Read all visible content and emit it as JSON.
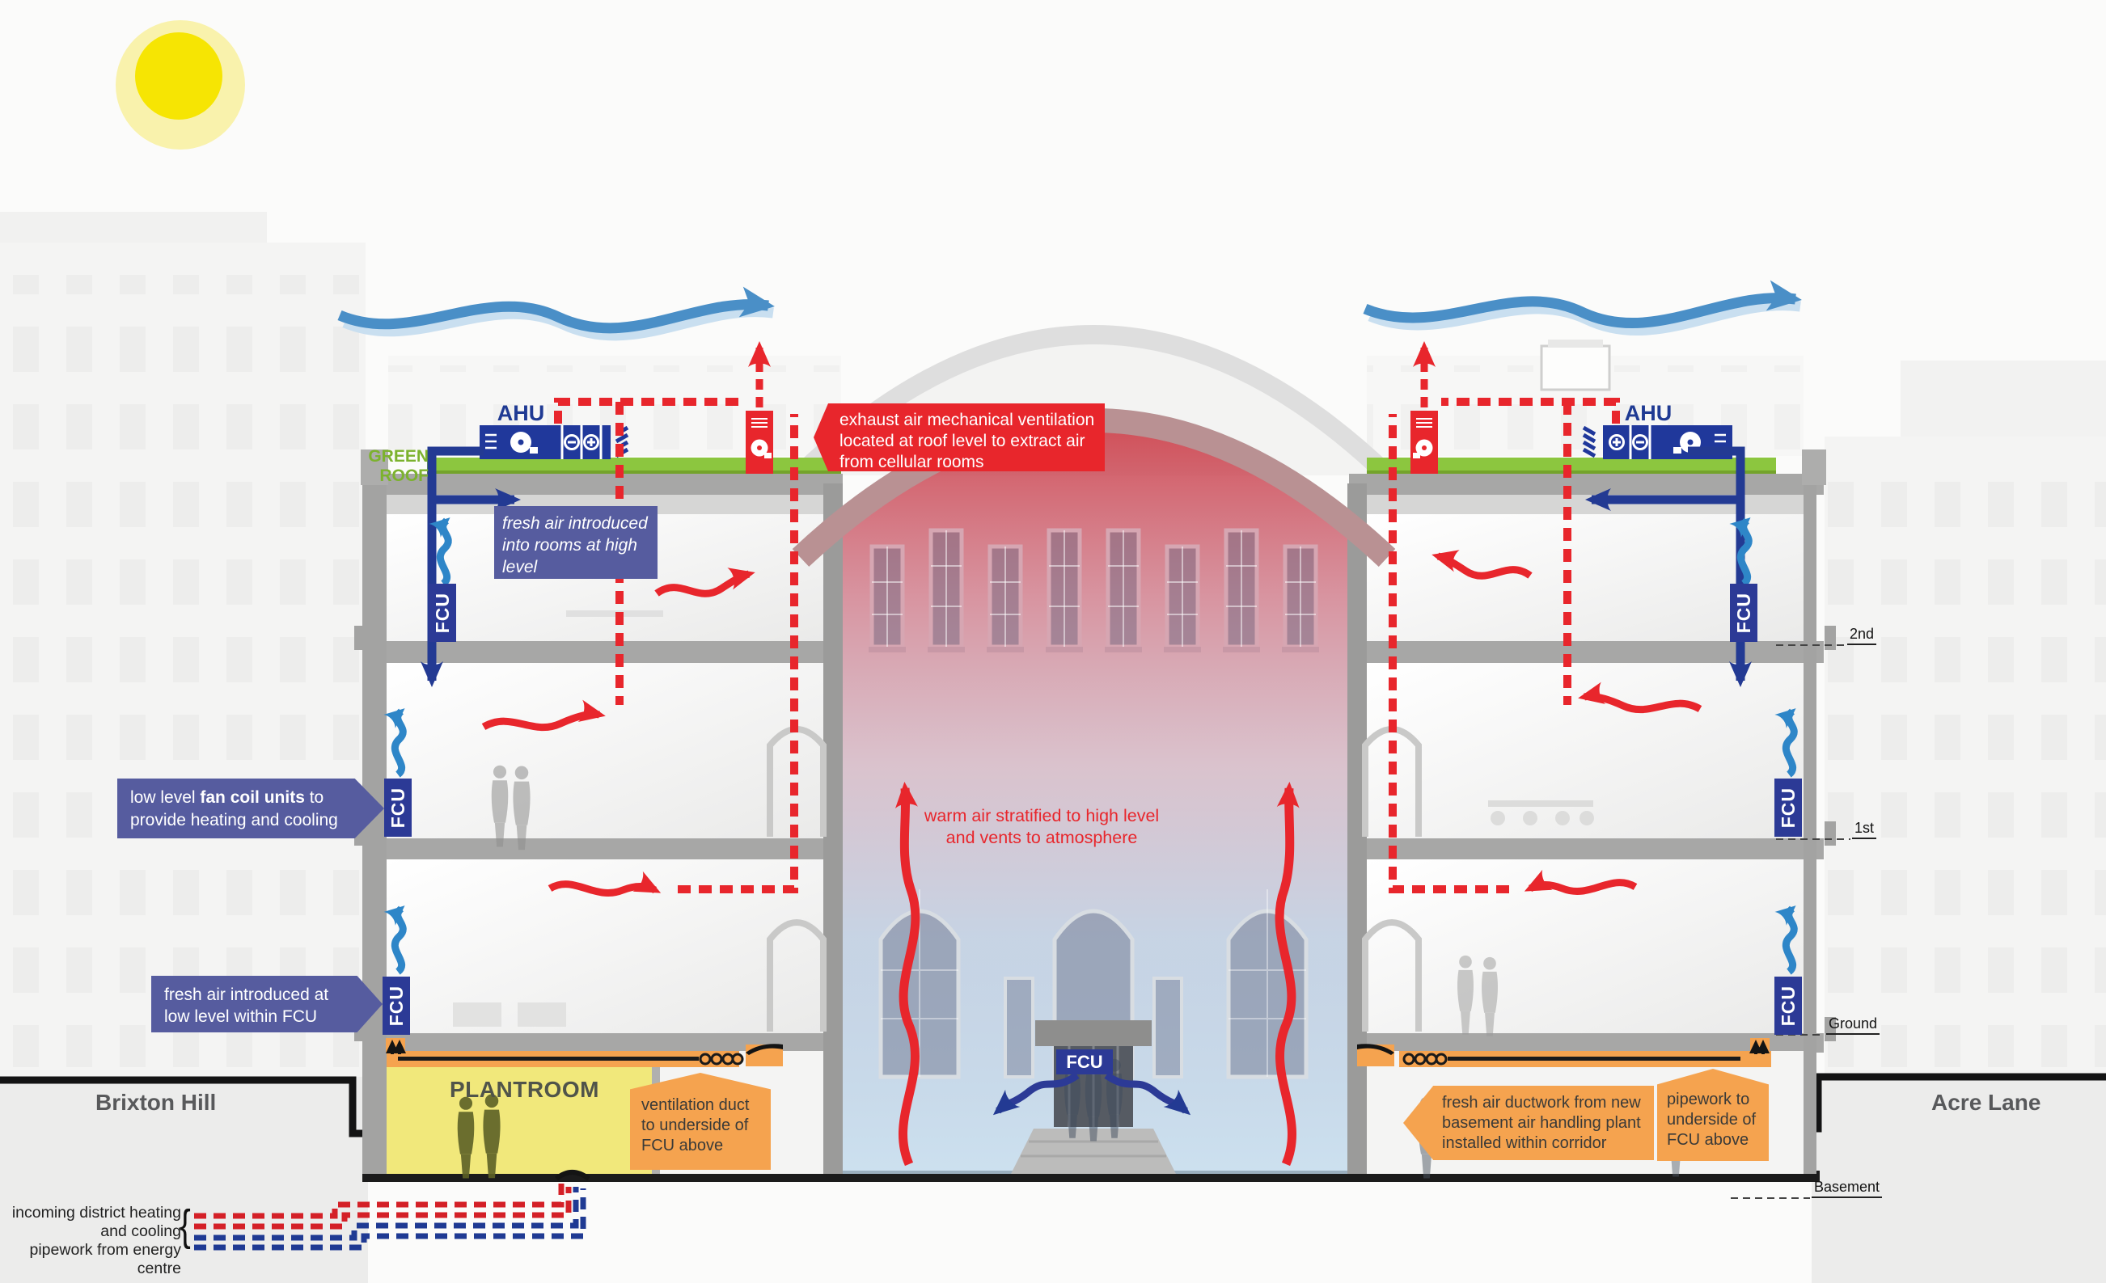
{
  "labels": {
    "ahu": "AHU",
    "fcu": "FCU",
    "green_roof": "GREEN ROOF",
    "plantroom": "PLANTROOM",
    "street_left": "Brixton Hill",
    "street_right": "Acre Lane",
    "brace": "{"
  },
  "floor_levels": [
    {
      "label": "2nd"
    },
    {
      "label": "1st"
    },
    {
      "label": "Ground"
    },
    {
      "label": "Basement"
    }
  ],
  "callouts": {
    "exhaust_roof": "exhaust air mechanical ventilation located at roof level to extract air from cellular rooms",
    "fresh_air_high": "fresh air introduced into rooms at high level",
    "fan_coil_pre": "low level ",
    "fan_coil_bold": "fan coil units",
    "fan_coil_post": " to provide heating and cooling",
    "fresh_air_low": "fresh air introduced at low level within FCU",
    "warm_air_1": "warm air stratified to high level",
    "warm_air_2": "and vents to atmosphere",
    "vent_duct": "ventilation duct to underside of FCU above",
    "basement_duct": "fresh air ductwork from new basement air handling plant installed within corridor",
    "pipework": "pipework to underside of FCU above",
    "incoming_1": "incoming district heating and cooling",
    "incoming_2": "pipework from energy centre"
  },
  "colors": {
    "exhaust_red": "#e8262c",
    "supply_dark_blue": "#233a93",
    "fresh_air_blue": "#2e86c8",
    "wind_blue": "#4a8fc7",
    "callout_purple": "#565c9f",
    "callout_orange": "#f5a34f",
    "green_roof": "#8cc63f",
    "plantroom_yellow": "#f1e87b",
    "sun_yellow": "#f6e503"
  }
}
